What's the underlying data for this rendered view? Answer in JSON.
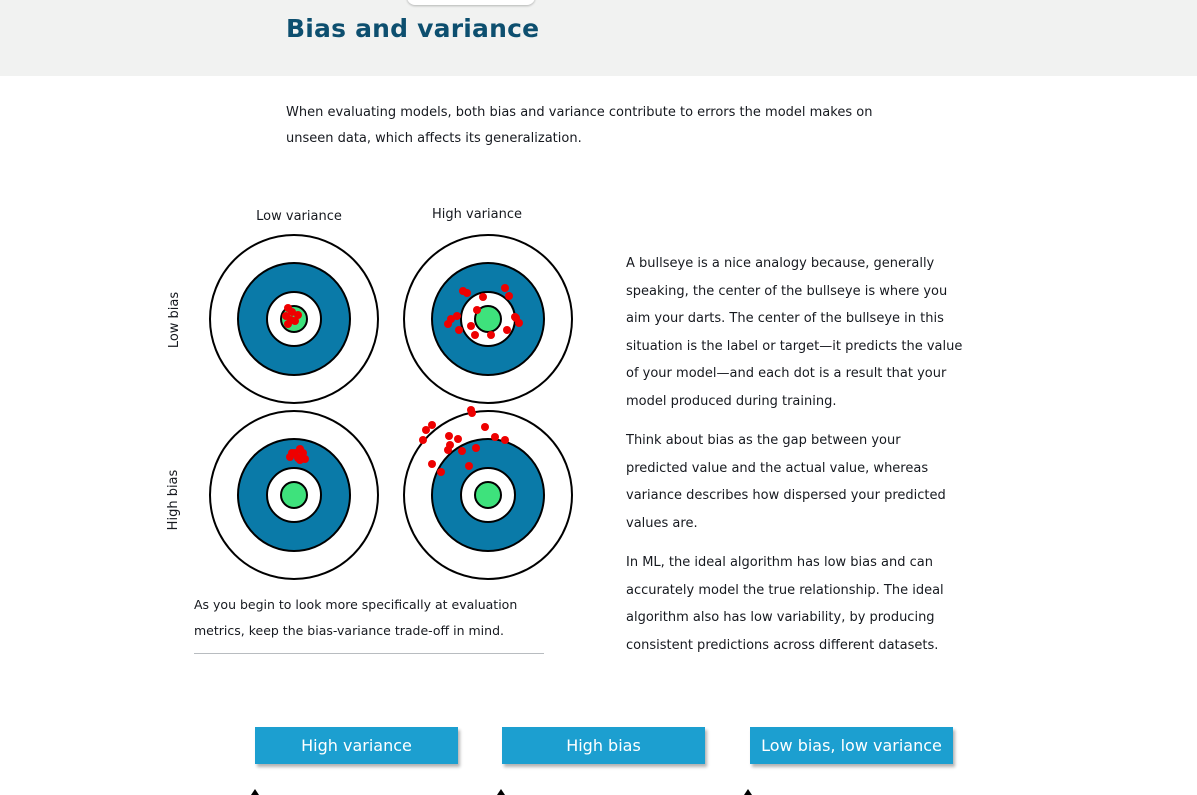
{
  "page": {
    "title": "Bias and variance",
    "intro": "When evaluating models, both bias and variance contribute to errors the model makes on unseen data, which affects its generalization."
  },
  "figure": {
    "col_labels": [
      "Low variance",
      "High variance"
    ],
    "row_labels": [
      "Low bias",
      "High bias"
    ],
    "colors": {
      "ring_outer": "#ffffff",
      "ring_blue": "#0a7aa8",
      "ring_white": "#ffffff",
      "center": "#3ee27c",
      "dot": "#ee0000",
      "stroke": "#000000"
    }
  },
  "caption": "As you begin to look more specifically at evaluation metrics, keep the bias-variance trade-off in mind.",
  "explanation": {
    "paragraphs": [
      "A bullseye is a nice analogy because, generally speaking, the center of the bullseye is where you aim your darts. The center of the bullseye in this situation is the label or target—it predicts the value of your model—and each dot is a result that your model produced during training.",
      "Think about bias as the gap between your predicted value and the actual value, whereas variance describes how dispersed your predicted values are.",
      "In ML, the ideal algorithm has low bias and can accurately model the true relationship. The ideal algorithm also has low variability, by producing consistent predictions across different datasets."
    ]
  },
  "tiles": [
    {
      "label": "High variance"
    },
    {
      "label": "High bias"
    },
    {
      "label": "Low bias, low variance"
    }
  ]
}
